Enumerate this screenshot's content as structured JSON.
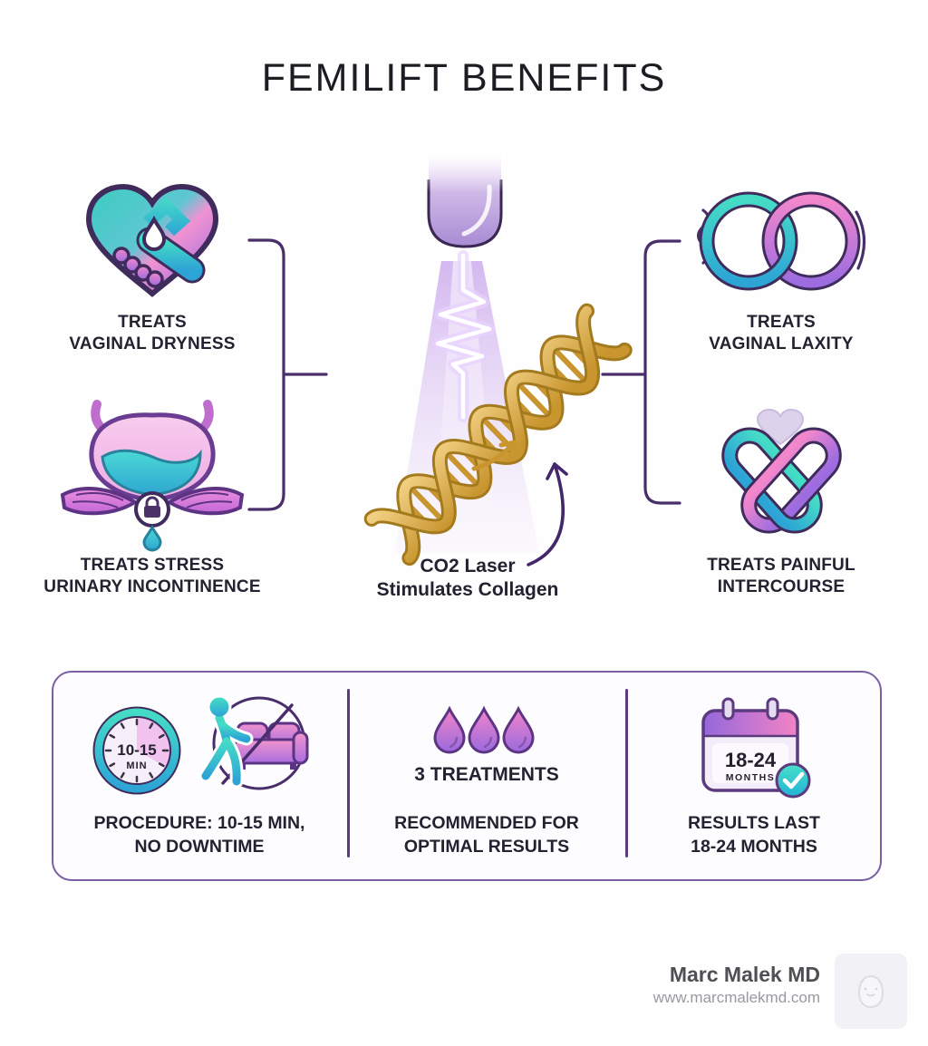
{
  "title": "FEMILIFT BENEFITS",
  "benefits": [
    {
      "id": "vaginal-dryness",
      "icon": "heart-handshake-droplet-icon",
      "line1": "TREATS",
      "line2": "VAGINAL DRYNESS"
    },
    {
      "id": "stress-urinary-incontinence",
      "icon": "bladder-lock-icon",
      "line1": "TREATS STRESS",
      "line2": "URINARY INCONTINENCE"
    },
    {
      "id": "vaginal-laxity",
      "icon": "interlocked-rings-icon",
      "line1": "TREATS",
      "line2": "VAGINAL LAXITY"
    },
    {
      "id": "painful-intercourse",
      "icon": "linked-hearts-icon",
      "line1": "TREATS PAINFUL",
      "line2": "INTERCOURSE"
    }
  ],
  "center": {
    "icon": "co2-laser-probe-dna-icon",
    "caption_line1": "CO2 Laser",
    "caption_line2": "Stimulates Collagen"
  },
  "facts": {
    "procedure": {
      "icons": "timer-icon walking-no-downtime-icon",
      "clock_value": "10-15",
      "clock_unit": "MIN",
      "line1": "PROCEDURE: 10-15 MIN,",
      "line2": "NO DOWNTIME"
    },
    "treatments": {
      "icons": "three-droplets-icon",
      "headline": "3 TREATMENTS",
      "line1": "RECOMMENDED FOR",
      "line2": "OPTIMAL RESULTS"
    },
    "results": {
      "icons": "calendar-check-icon",
      "calendar_value": "18-24",
      "calendar_unit": "MONTHS",
      "line1": "RESULTS LAST",
      "line2": "18-24 MONTHS"
    }
  },
  "footer": {
    "name": "Marc Malek MD",
    "website": "www.marcmalekmd.com"
  },
  "colors": {
    "outline_purple": "#4a2d6b",
    "accent_purple": "#7b5fa3",
    "teal": "#3fd0c6",
    "blue": "#2f9fd8",
    "pink": "#f087cb",
    "violet": "#9b6fe0",
    "gold": "#d4a144",
    "beam": "#c9a6ec",
    "text": "#242230"
  }
}
